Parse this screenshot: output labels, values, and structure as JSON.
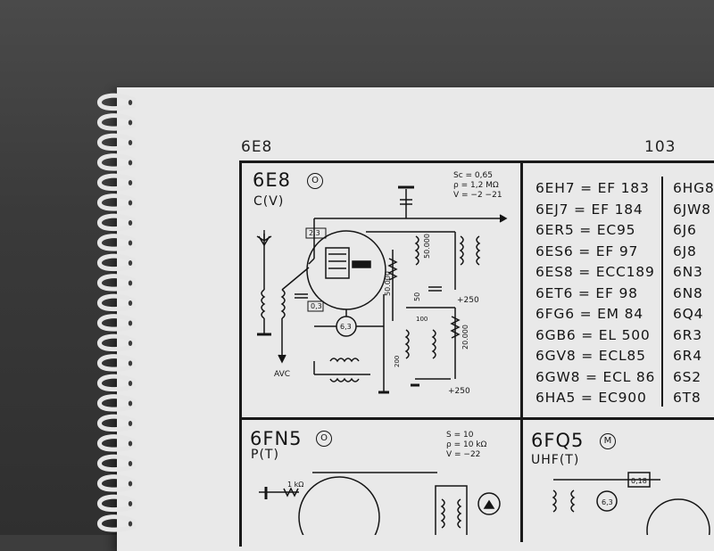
{
  "header": {
    "tube_ref": "6E8",
    "page_number": "103"
  },
  "tubes": [
    {
      "name": "6E8",
      "badge": "O",
      "type": "C(V)",
      "params": [
        "Sc = 0,65",
        "ρ = 1,2 MΩ",
        "V = −2 −21"
      ]
    },
    {
      "name": "6FN5",
      "badge": "O",
      "type": "P(T)",
      "params": [
        "S = 10",
        "ρ = 10 kΩ",
        "V = −22"
      ]
    },
    {
      "name": "6FQ5",
      "badge": "M",
      "type": "UHF(T)",
      "params": []
    }
  ],
  "schematic_labels": {
    "r1": "2,3",
    "r2": "0,3",
    "c1": "6,3",
    "avc": "AVC",
    "r3": "50.000",
    "r4": "50",
    "r5": "50.000",
    "r6": "20.000",
    "r7": "100",
    "r8": "200",
    "plus250a": "+250",
    "plus250b": "+250",
    "fn5_r": "1 kΩ",
    "fq5_r": "0,18",
    "fq5_c": "6,3"
  },
  "equivalents": [
    "6EH7 = EF 183",
    "6EJ7 = EF 184",
    "6ER5 = EC95",
    "6ES6 = EF 97",
    "6ES8 = ECC189",
    "6ET6 = EF 98",
    "6FG6 = EM 84",
    "6GB6 = EL 500",
    "6GV8 = ECL85",
    "6GW8 = ECL 86",
    "6HA5 = EC900"
  ],
  "equivalents_right": [
    "6HG8",
    "6JW8",
    "6J6",
    "6J8",
    "6N3",
    "6N8",
    "6Q4",
    "6R3",
    "6R4",
    "6S2",
    "6T8"
  ]
}
